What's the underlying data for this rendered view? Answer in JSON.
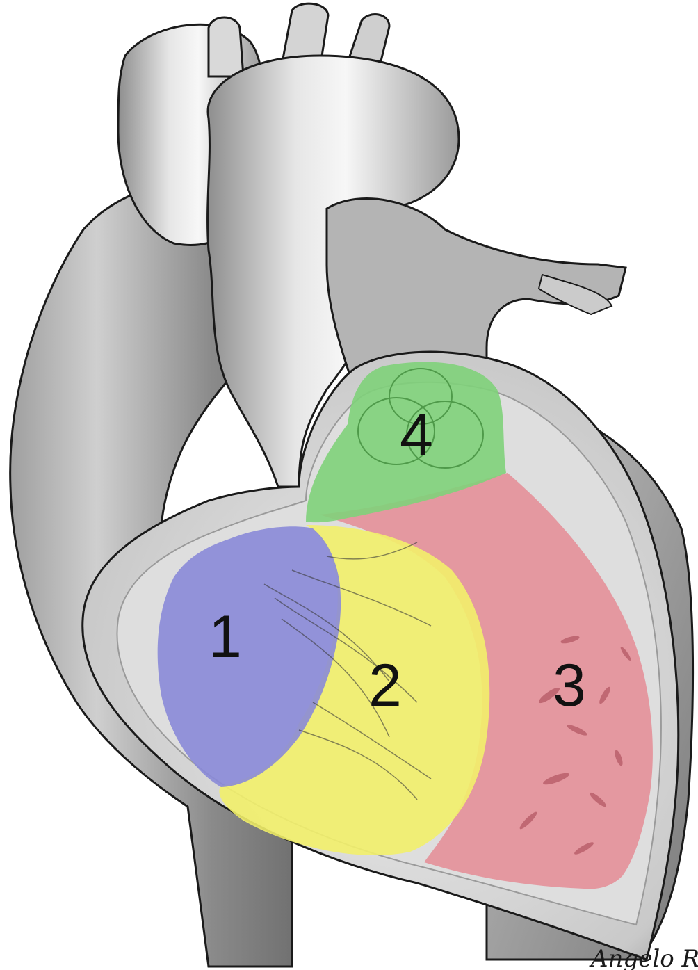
{
  "diagram": {
    "subject": "heart-cutaway",
    "regions": [
      {
        "id": "1",
        "label": "1",
        "color": "#8a8ad8"
      },
      {
        "id": "2",
        "label": "2",
        "color": "#f2ef6a"
      },
      {
        "id": "3",
        "label": "3",
        "color": "#e58c95"
      },
      {
        "id": "4",
        "label": "4",
        "color": "#7fd27a"
      }
    ],
    "outline_color": "#1a1a1a",
    "tissue_color": "#bdbdbd",
    "signature": "Angelo Rutty"
  }
}
